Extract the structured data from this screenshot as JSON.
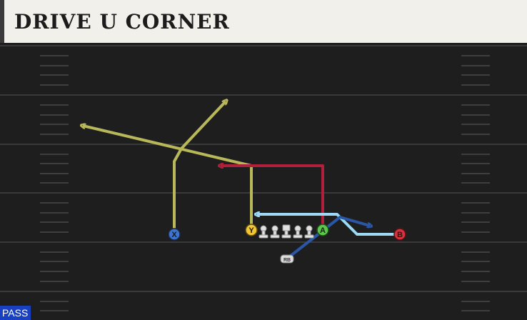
{
  "play": {
    "title": "DRIVE U CORNER",
    "type_badge": "PASS"
  },
  "players": {
    "x": {
      "label": "X",
      "color": "#3d74d0"
    },
    "y": {
      "label": "Y",
      "color": "#f2c531"
    },
    "a": {
      "label": "A",
      "color": "#5cc64a"
    },
    "b": {
      "label": "B",
      "color": "#d8323c"
    },
    "rb": {
      "label": "RB",
      "color": "#dcdcdc"
    }
  },
  "route_colors": {
    "olive": "#b8b85a",
    "crimson": "#b0203a",
    "light_blue": "#9ed8f2",
    "dark_blue": "#2a56a6"
  }
}
